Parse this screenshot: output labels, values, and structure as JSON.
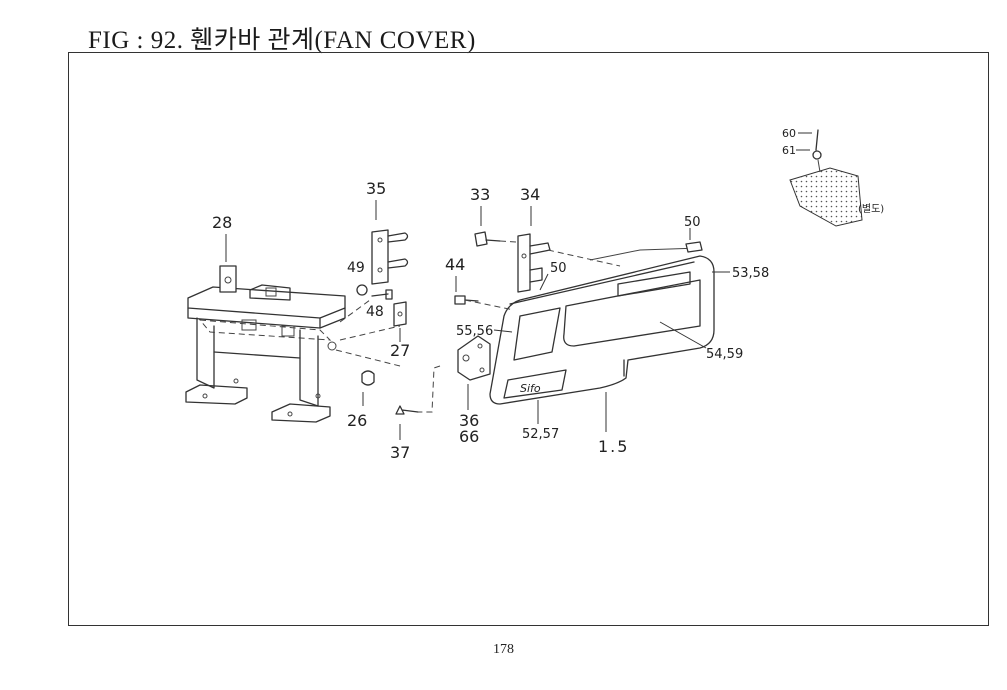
{
  "title": "FIG : 92. 휀카바 관계(FAN COVER)",
  "page_number": "178",
  "labels": {
    "p28": "28",
    "p35": "35",
    "p33": "33",
    "p34": "34",
    "p50a": "50",
    "p50b": "50",
    "p49": "49",
    "p44": "44",
    "p48": "48",
    "p27": "27",
    "p26": "26",
    "p37": "37",
    "p36": "36",
    "p66": "66",
    "p5556": "55,56",
    "p5358": "53,58",
    "p5459": "54,59",
    "p5257": "52,57",
    "p15": "1.5",
    "p60": "60",
    "p61": "61",
    "note": "(별도)"
  },
  "decal_text": "Sifo"
}
